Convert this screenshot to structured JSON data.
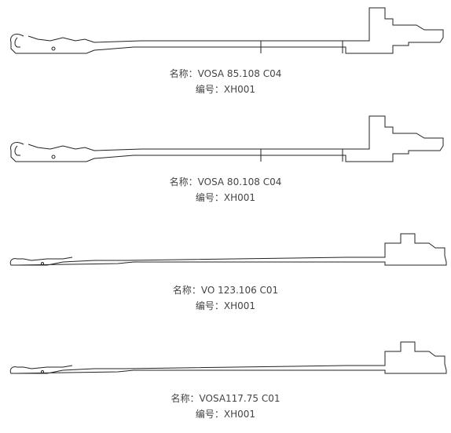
{
  "items": [
    {
      "name_label": "名称：",
      "name_value": "VOSA 85.108 C04",
      "code_label": "编号：",
      "code_value": "XH001"
    },
    {
      "name_label": "名称：",
      "name_value": "VOSA 80.108 C04",
      "code_label": "编号：",
      "code_value": "XH001"
    },
    {
      "name_label": "名称：",
      "name_value": "VO 123.106 C01",
      "code_label": "编号：",
      "code_value": "XH001"
    },
    {
      "name_label": "名称：",
      "name_value": "VOSA117.75 C01",
      "code_label": "编号：",
      "code_value": "XH001"
    }
  ]
}
